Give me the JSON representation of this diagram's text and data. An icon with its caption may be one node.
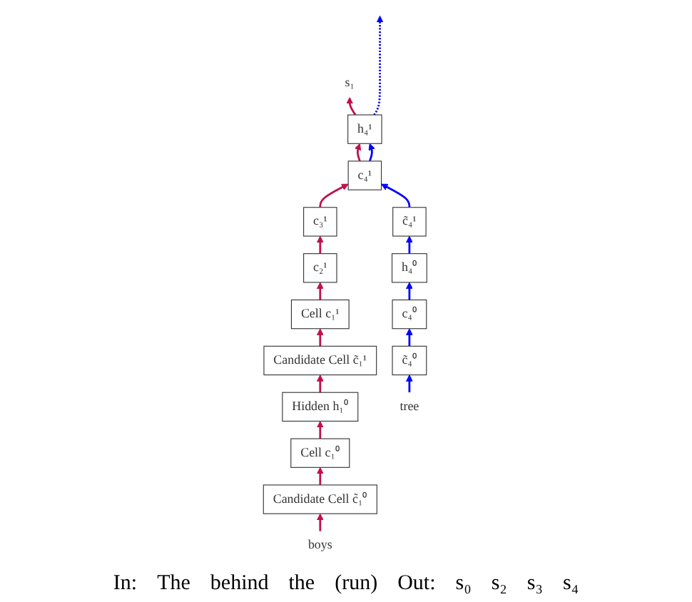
{
  "diagram": {
    "nodes": [
      {
        "text": [
          "Cell c₁¹"
        ]
      },
      {
        "text": [
          "c₂¹"
        ]
      },
      {
        "text": [
          "c₃¹"
        ]
      },
      {
        "text": [
          "c₄¹"
        ]
      },
      {
        "text": [
          "Candidate Cell c̃₁¹"
        ]
      },
      {
        "text": [
          "c̃₄¹"
        ]
      },
      {
        "text": [
          "Hidden h₁⁰"
        ]
      },
      {
        "text": [
          "h₄⁰"
        ]
      },
      {
        "text": [
          "h₄¹"
        ]
      },
      {
        "text": [
          "Cell c₁⁰"
        ]
      },
      {
        "text": [
          "c₄⁰"
        ]
      },
      {
        "text": [
          "Candidate Cell c̃₁⁰"
        ]
      },
      {
        "text": [
          "c̃₄⁰"
        ]
      },
      {
        "text": [
          "boys"
        ]
      },
      {
        "text": [
          "tree"
        ]
      },
      {
        "text": [
          "s₁"
        ]
      }
    ],
    "edges": [
      {
        "from": 13,
        "to": 11,
        "arrow": "to",
        "color": "#c0104a"
      },
      {
        "from": 11,
        "to": 9,
        "arrow": "to",
        "color": "#c0104a"
      },
      {
        "from": 9,
        "to": 6,
        "arrow": "to",
        "color": "#c0104a"
      },
      {
        "from": 6,
        "to": 4,
        "arrow": "to",
        "color": "#c0104a"
      },
      {
        "from": 4,
        "to": 0,
        "arrow": "to",
        "color": "#c0104a"
      },
      {
        "from": 0,
        "to": 1,
        "arrow": "to",
        "color": "#c0104a"
      },
      {
        "from": 1,
        "to": 2,
        "arrow": "to",
        "color": "#c0104a"
      },
      {
        "from": 2,
        "to": 3,
        "arrow": "to",
        "color": "#c0104a"
      },
      {
        "from": 14,
        "to": 12,
        "arrow": "to",
        "color": "#0000ff"
      },
      {
        "from": 12,
        "to": 10,
        "arrow": "to",
        "color": "#0000ff"
      },
      {
        "from": 10,
        "to": 7,
        "arrow": "to",
        "color": "#0000ff"
      },
      {
        "from": 7,
        "to": 5,
        "arrow": "to",
        "color": "#0000ff"
      },
      {
        "from": 5,
        "to": 3,
        "arrow": "to",
        "color": "#0000ff"
      },
      {
        "from": 3,
        "to": 8,
        "arrow": "to",
        "color": "#c0104a"
      },
      {
        "from": 3,
        "to": 8,
        "arrow": "to",
        "color": "#0000ff"
      },
      {
        "from": 8,
        "to": 15,
        "arrow": "to",
        "color": "#c0104a"
      },
      {
        "from": 8,
        "to": null,
        "arrow": "to",
        "style": "dashed",
        "color": "#0000ff"
      }
    ],
    "labels": [
      "In:",
      "The",
      "behind",
      "the",
      "(run)",
      "Out:",
      "s₀",
      "s₂",
      "s₃",
      "s₄"
    ]
  }
}
